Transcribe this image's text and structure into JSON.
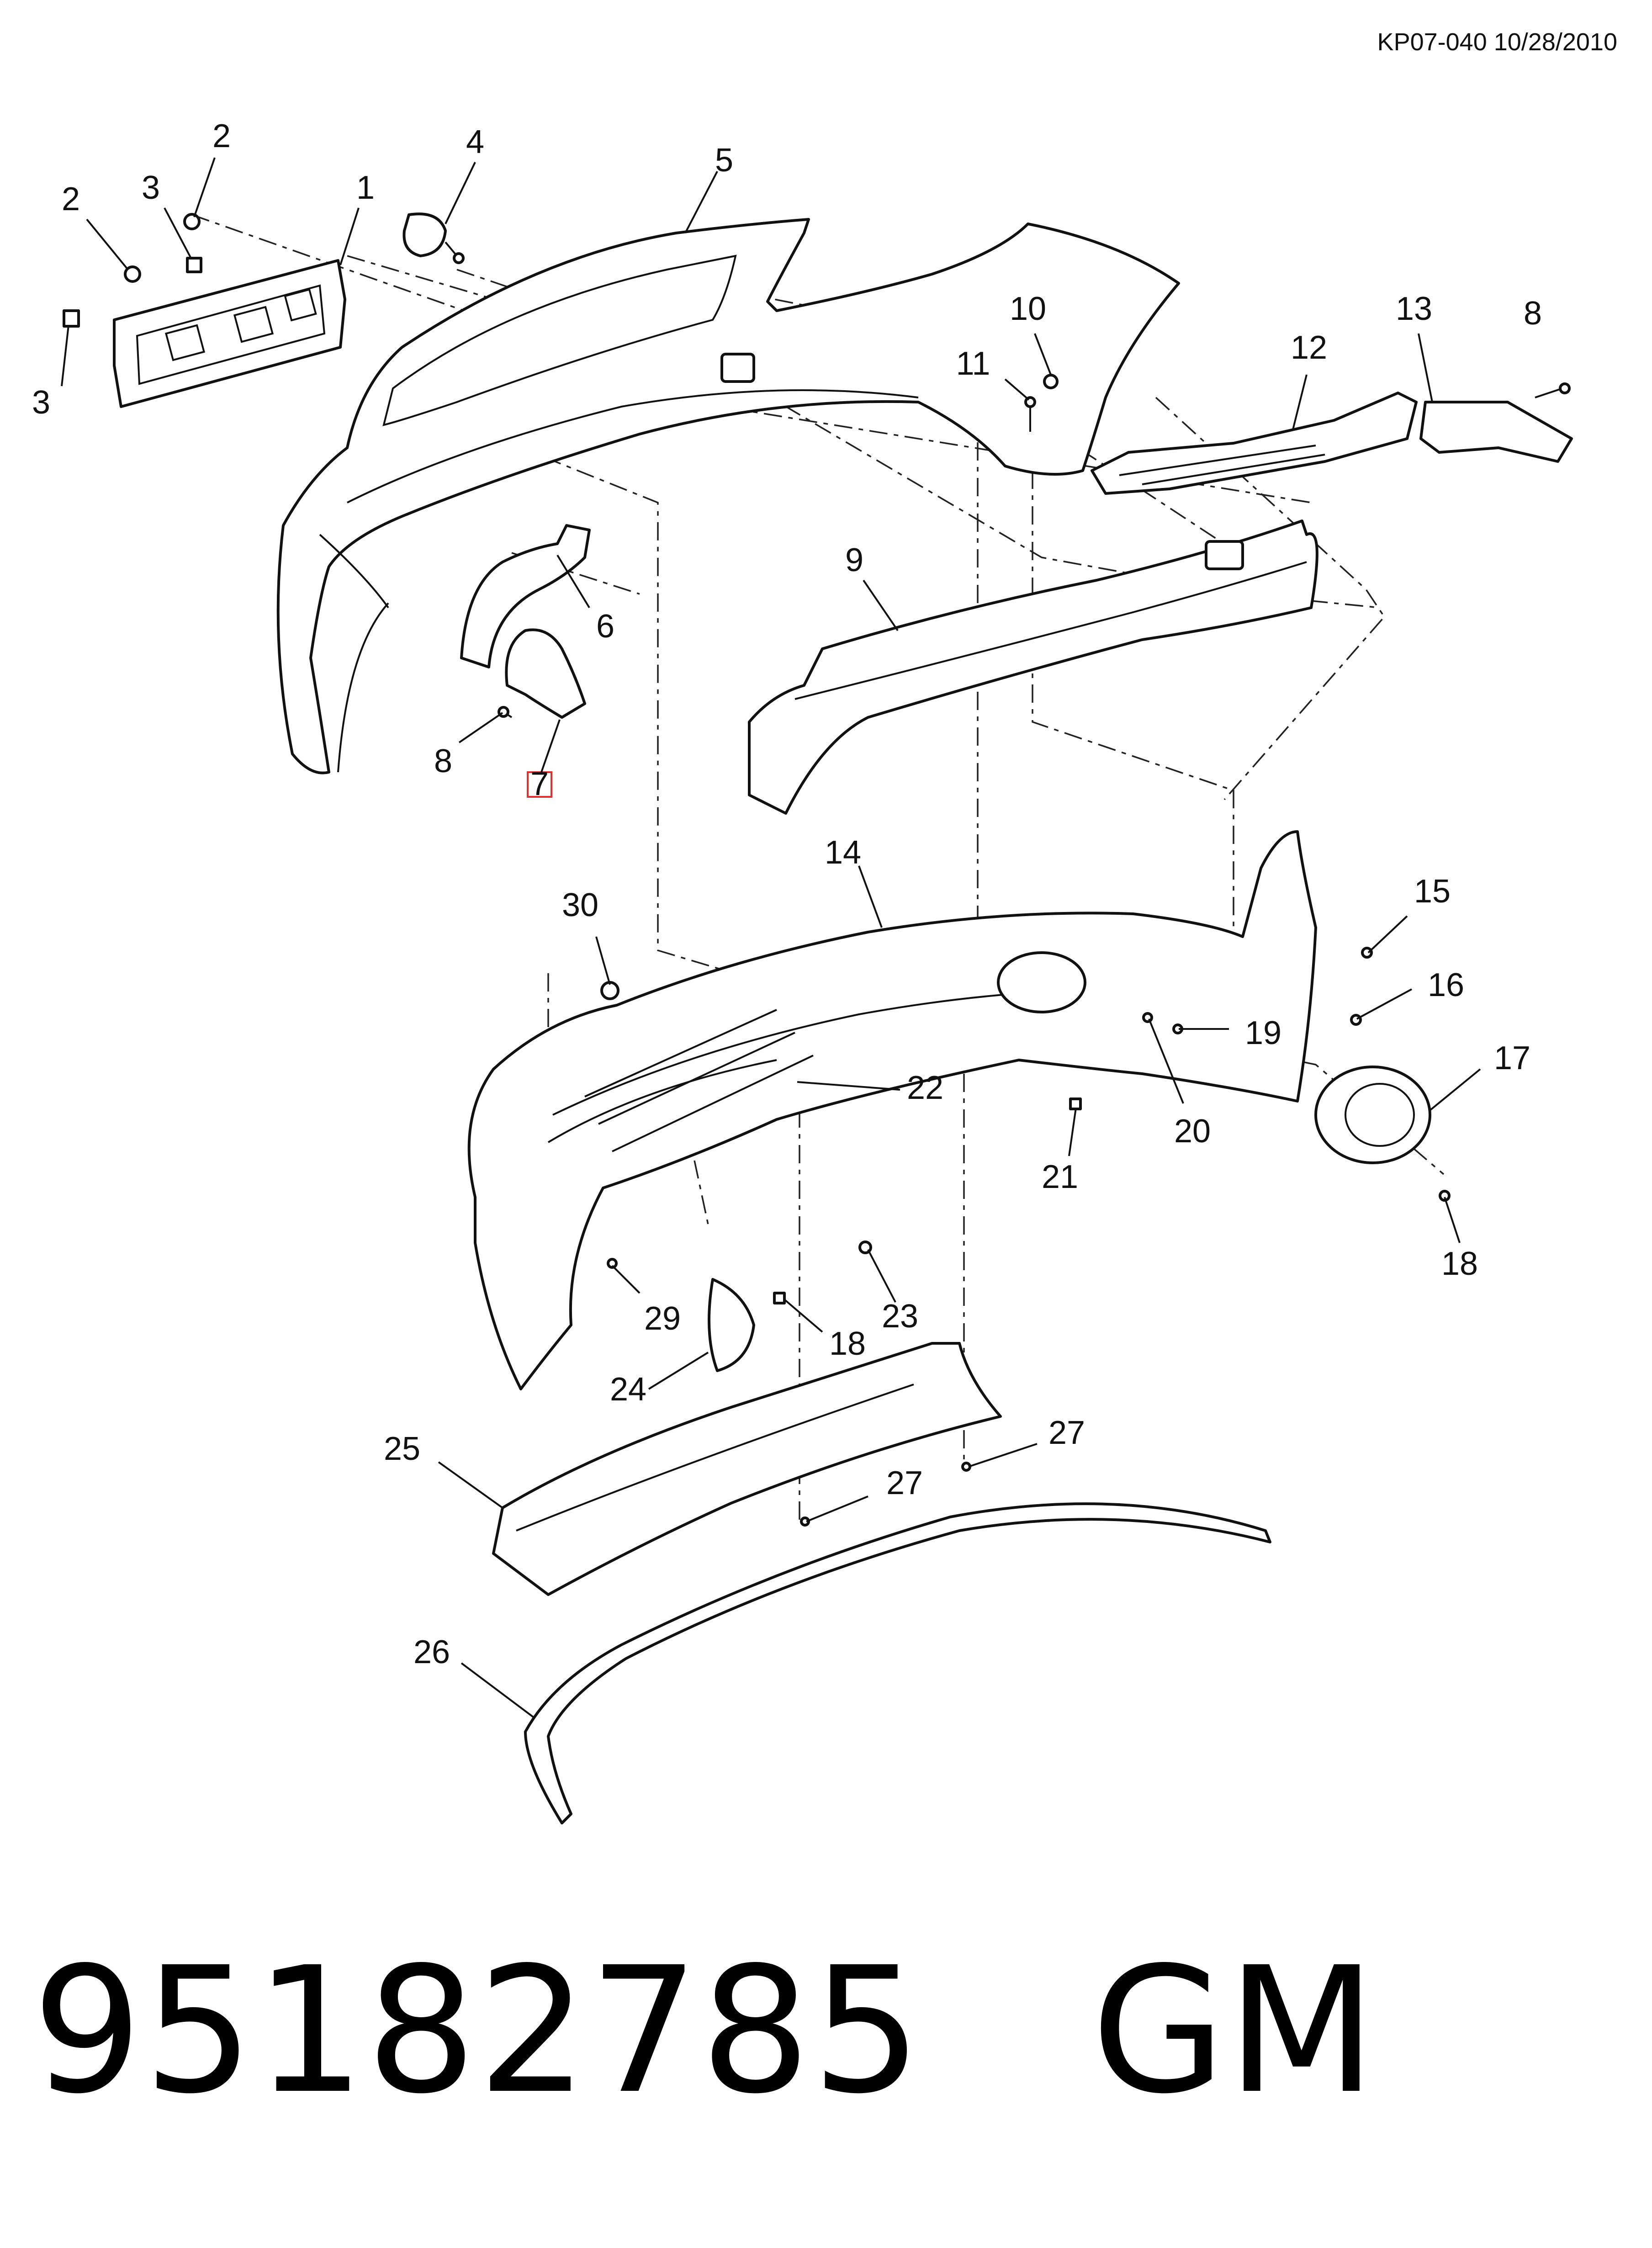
{
  "header": {
    "reference": "KP07-040 10/28/2010"
  },
  "footer": {
    "part_number": "95182785",
    "brand": "GM"
  },
  "highlight_color": "#e0302f",
  "callouts": [
    "2",
    "2",
    "3",
    "1",
    "4",
    "5",
    "3",
    "10",
    "11",
    "12",
    "13",
    "8",
    "9",
    "6",
    "8",
    "7",
    "14",
    "30",
    "15",
    "16",
    "19",
    "17",
    "22",
    "20",
    "21",
    "18",
    "29",
    "23",
    "18",
    "24",
    "25",
    "27",
    "27",
    "26"
  ]
}
